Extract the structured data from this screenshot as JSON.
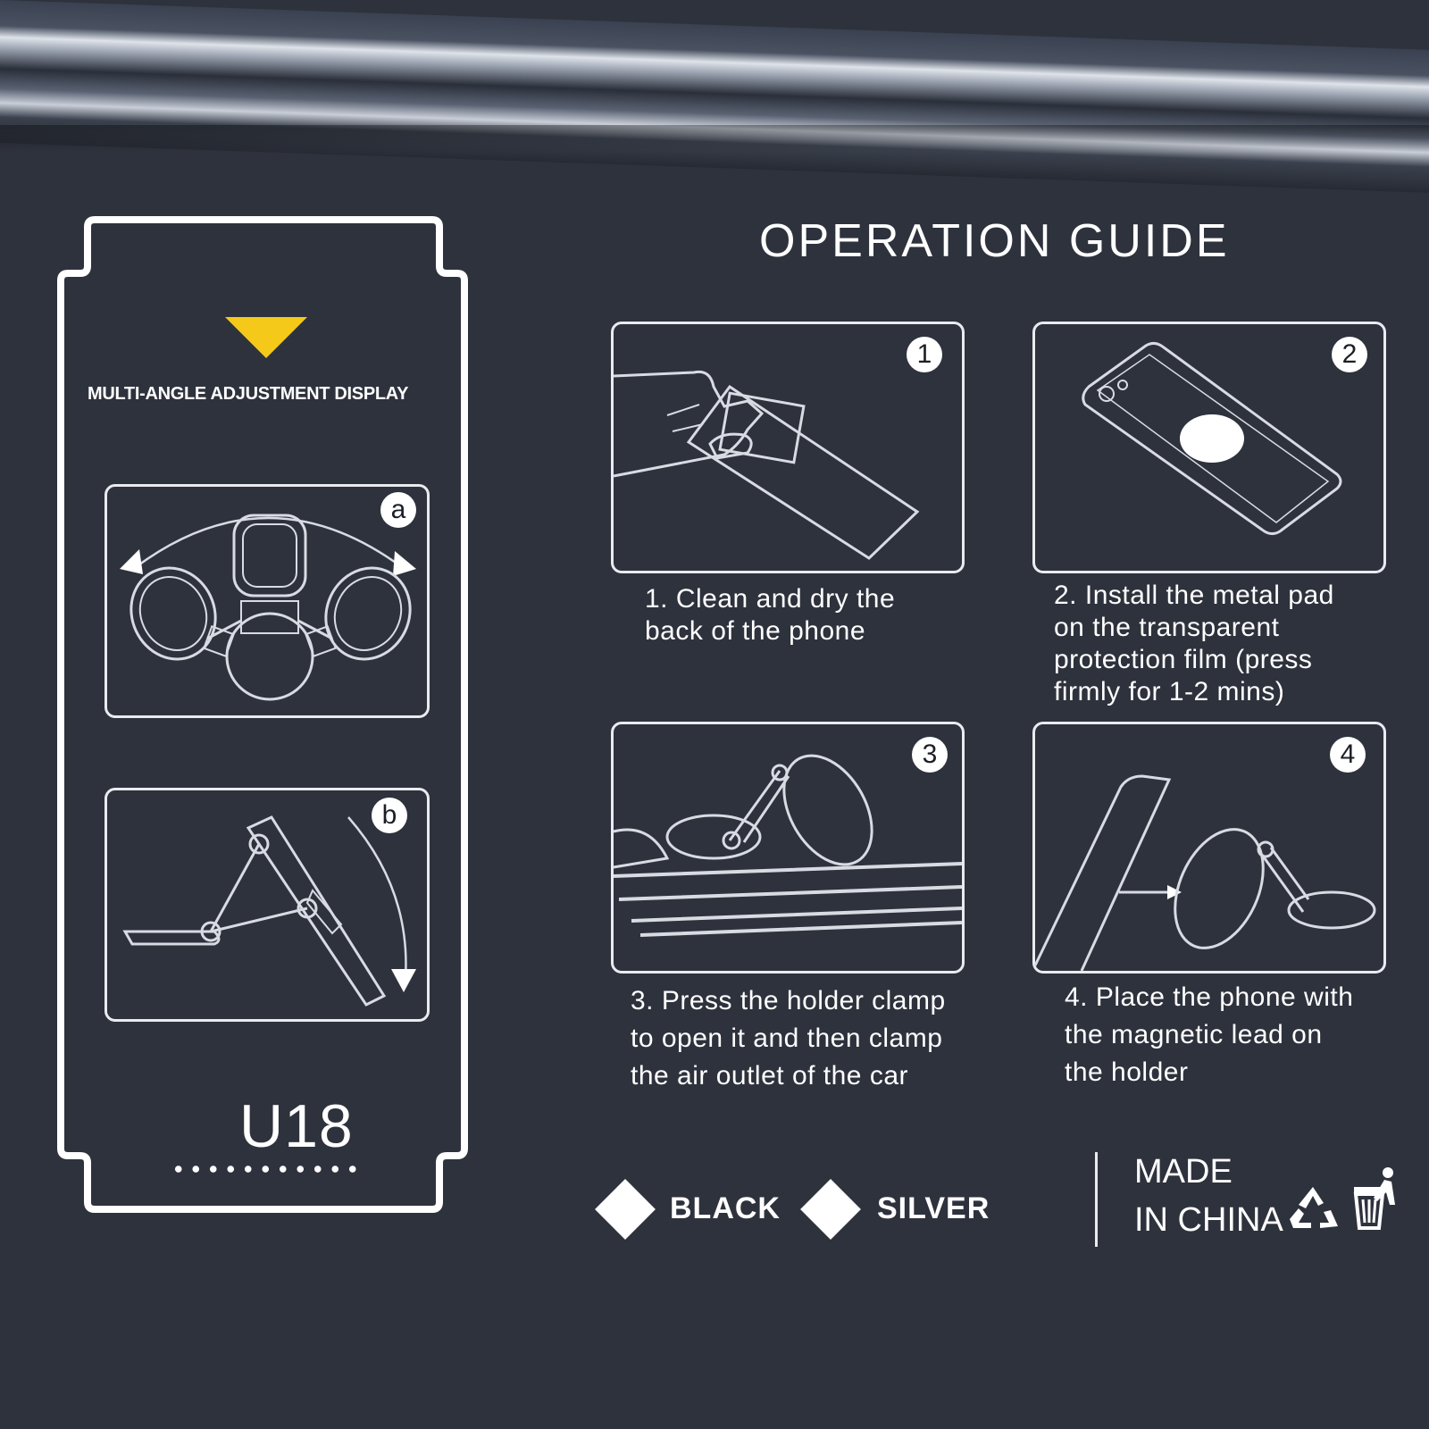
{
  "left_panel": {
    "label": "MULTI-ANGLE ADJUSTMENT DISPLAY",
    "badge_a": "a",
    "badge_b": "b",
    "model": "U18"
  },
  "guide": {
    "title": "OPERATION GUIDE",
    "steps": [
      {
        "number": "1",
        "lines": [
          "1. Clean and dry the",
          "back of the phone"
        ]
      },
      {
        "number": "2",
        "lines": [
          "2. Install the metal pad",
          "on the transparent",
          "protection film (press",
          "firmly for 1-2 mins)"
        ]
      },
      {
        "number": "3",
        "lines": [
          "3. Press the holder clamp",
          "to open it and then clamp",
          "the air outlet of the car"
        ]
      },
      {
        "number": "4",
        "lines": [
          "4. Place the phone with",
          "the magnetic lead on",
          "the holder"
        ]
      }
    ]
  },
  "colors_available": {
    "options": [
      "BLACK",
      "SILVER"
    ]
  },
  "origin": {
    "lines": [
      "MADE",
      "IN CHINA"
    ]
  },
  "icons": {
    "recycle": "recycle-icon",
    "trash": "trash-bin-icon",
    "arrow": "down-triangle-icon"
  },
  "palette": {
    "background": "#2e323d",
    "accent": "#f4c91a",
    "line": "#e9ebef"
  }
}
